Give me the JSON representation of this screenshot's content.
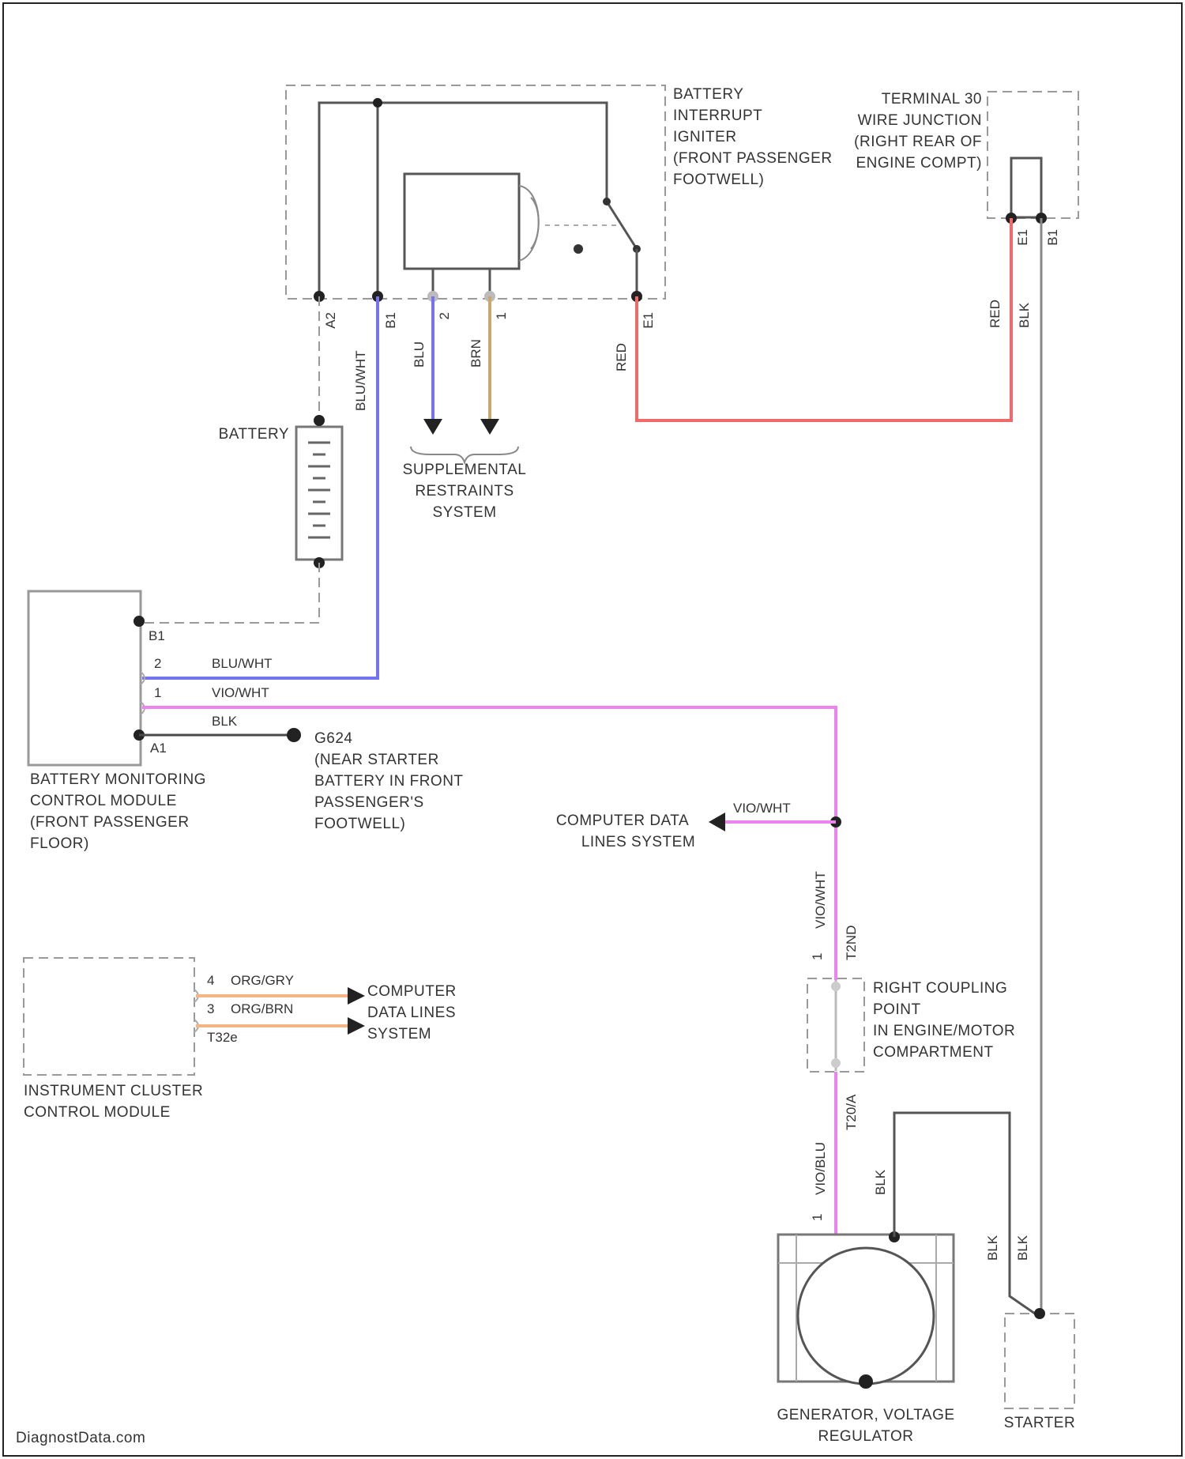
{
  "components": {
    "battery_interrupt_igniter": [
      "BATTERY",
      "INTERRUPT",
      "IGNITER",
      "(FRONT PASSENGER",
      "FOOTWELL)"
    ],
    "terminal30": [
      "TERMINAL 30",
      "WIRE JUNCTION",
      "(RIGHT REAR OF",
      "ENGINE COMPT)"
    ],
    "battery": "BATTERY",
    "srs": [
      "SUPPLEMENTAL",
      "RESTRAINTS",
      "SYSTEM"
    ],
    "bmcm": [
      "BATTERY MONITORING",
      "CONTROL MODULE",
      "(FRONT PASSENGER",
      "FLOOR)"
    ],
    "ground_g624": [
      "G624",
      "(NEAR STARTER",
      "BATTERY IN FRONT",
      "PASSENGER'S",
      "FOOTWELL)"
    ],
    "cdl_1": [
      "COMPUTER DATA",
      "LINES SYSTEM"
    ],
    "cdl_2": [
      "COMPUTER",
      "DATA LINES",
      "SYSTEM"
    ],
    "coupling": [
      "RIGHT COUPLING",
      "POINT",
      "IN ENGINE/MOTOR",
      "COMPARTMENT"
    ],
    "icm": [
      "INSTRUMENT CLUSTER",
      "CONTROL MODULE"
    ],
    "generator": [
      "GENERATOR, VOLTAGE",
      "REGULATOR"
    ],
    "starter": "STARTER"
  },
  "wires": {
    "blu_wht": "BLU/WHT",
    "blu": "BLU",
    "brn": "BRN",
    "red": "RED",
    "blk": "BLK",
    "vio_wht": "VIO/WHT",
    "org_gry": "ORG/GRY",
    "org_brn": "ORG/BRN",
    "vio_blu": "VIO/BLU"
  },
  "pins": {
    "a2": "A2",
    "b1": "B1",
    "p2": "2",
    "p1": "1",
    "e1": "E1",
    "e1b": "E1",
    "b1t": "B1",
    "bm_b1": "B1",
    "bm_2": "2",
    "bm_1": "1",
    "bm_a1": "A1",
    "icm_4": "4",
    "icm_3": "3",
    "cp_t2": "T2ND",
    "cp_t2b": "T20/A",
    "cp_1": "1",
    "cp_1b": "1",
    "ic_t32": "T32e"
  },
  "watermark": "DiagnostData.com",
  "colors": {
    "red": "#f06a6a",
    "blue": "#7474f0",
    "brown": "#c8a86e",
    "violet": "#ee82ee",
    "orange": "#f5b483",
    "black": "#4a4a4a",
    "gray": "#888888"
  }
}
